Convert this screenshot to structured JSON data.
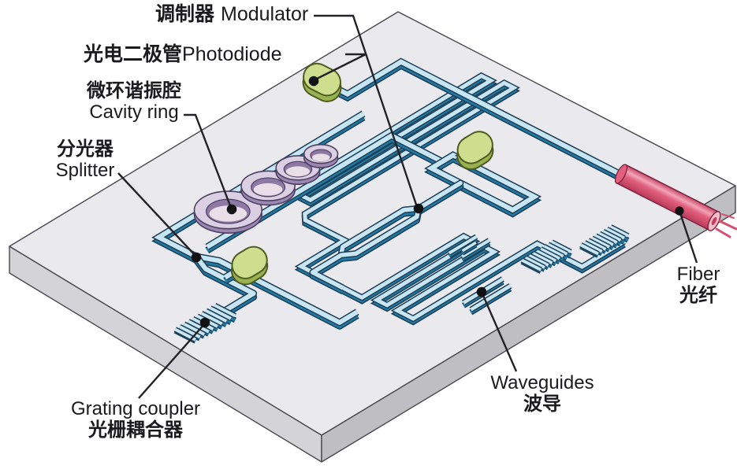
{
  "labels": {
    "modulator": {
      "zh": "调制器",
      "en": "Modulator"
    },
    "photodiode": {
      "zh": "光电二极管",
      "en": "Photodiode"
    },
    "cavity_ring": {
      "zh": "微环谐振腔",
      "en": "Cavity ring"
    },
    "splitter": {
      "zh": "分光器",
      "en": "Splitter"
    },
    "fiber": {
      "zh": "光纤",
      "en": "Fiber"
    },
    "waveguides": {
      "zh": "波导",
      "en": "Waveguides"
    },
    "grating_coupler": {
      "zh": "光栅耦合器",
      "en": "Grating coupler"
    }
  },
  "components": {
    "photodiode_count": 3,
    "cavity_ring_count": 4,
    "grating_coupler_count": 3,
    "fiber_count": 1
  },
  "colors": {
    "background": "#ffffff",
    "chip_top": "#e9e9ee",
    "chip_side_left": "#d4d4d8",
    "chip_side_right": "#bebec3",
    "chip_edge": "#48484e",
    "waveguide_top": "#c8e5f3",
    "waveguide_side": "#2179a4",
    "waveguide_outline": "#1d3f56",
    "ring_top": "#dbcfe4",
    "ring_side": "#9b87b1",
    "ring_inner_wall": "#8d79a4",
    "ring_hole": "#eadfe9",
    "ring_outline": "#4e3f60",
    "photodiode_top": "#cdde8f",
    "photodiode_side": "#9ab151",
    "photodiode_outline": "#4e5c21",
    "fiber_body": "#e2607e",
    "fiber_highlight": "#f2a4b8",
    "fiber_shadow": "#c23f5f",
    "fiber_cap": "#f5bcca",
    "fiber_outline": "#7d2340",
    "fiber_ray": "#d94f6f",
    "leader": "#232327",
    "dot": "#121214",
    "label_text": "#1b1b1d"
  }
}
